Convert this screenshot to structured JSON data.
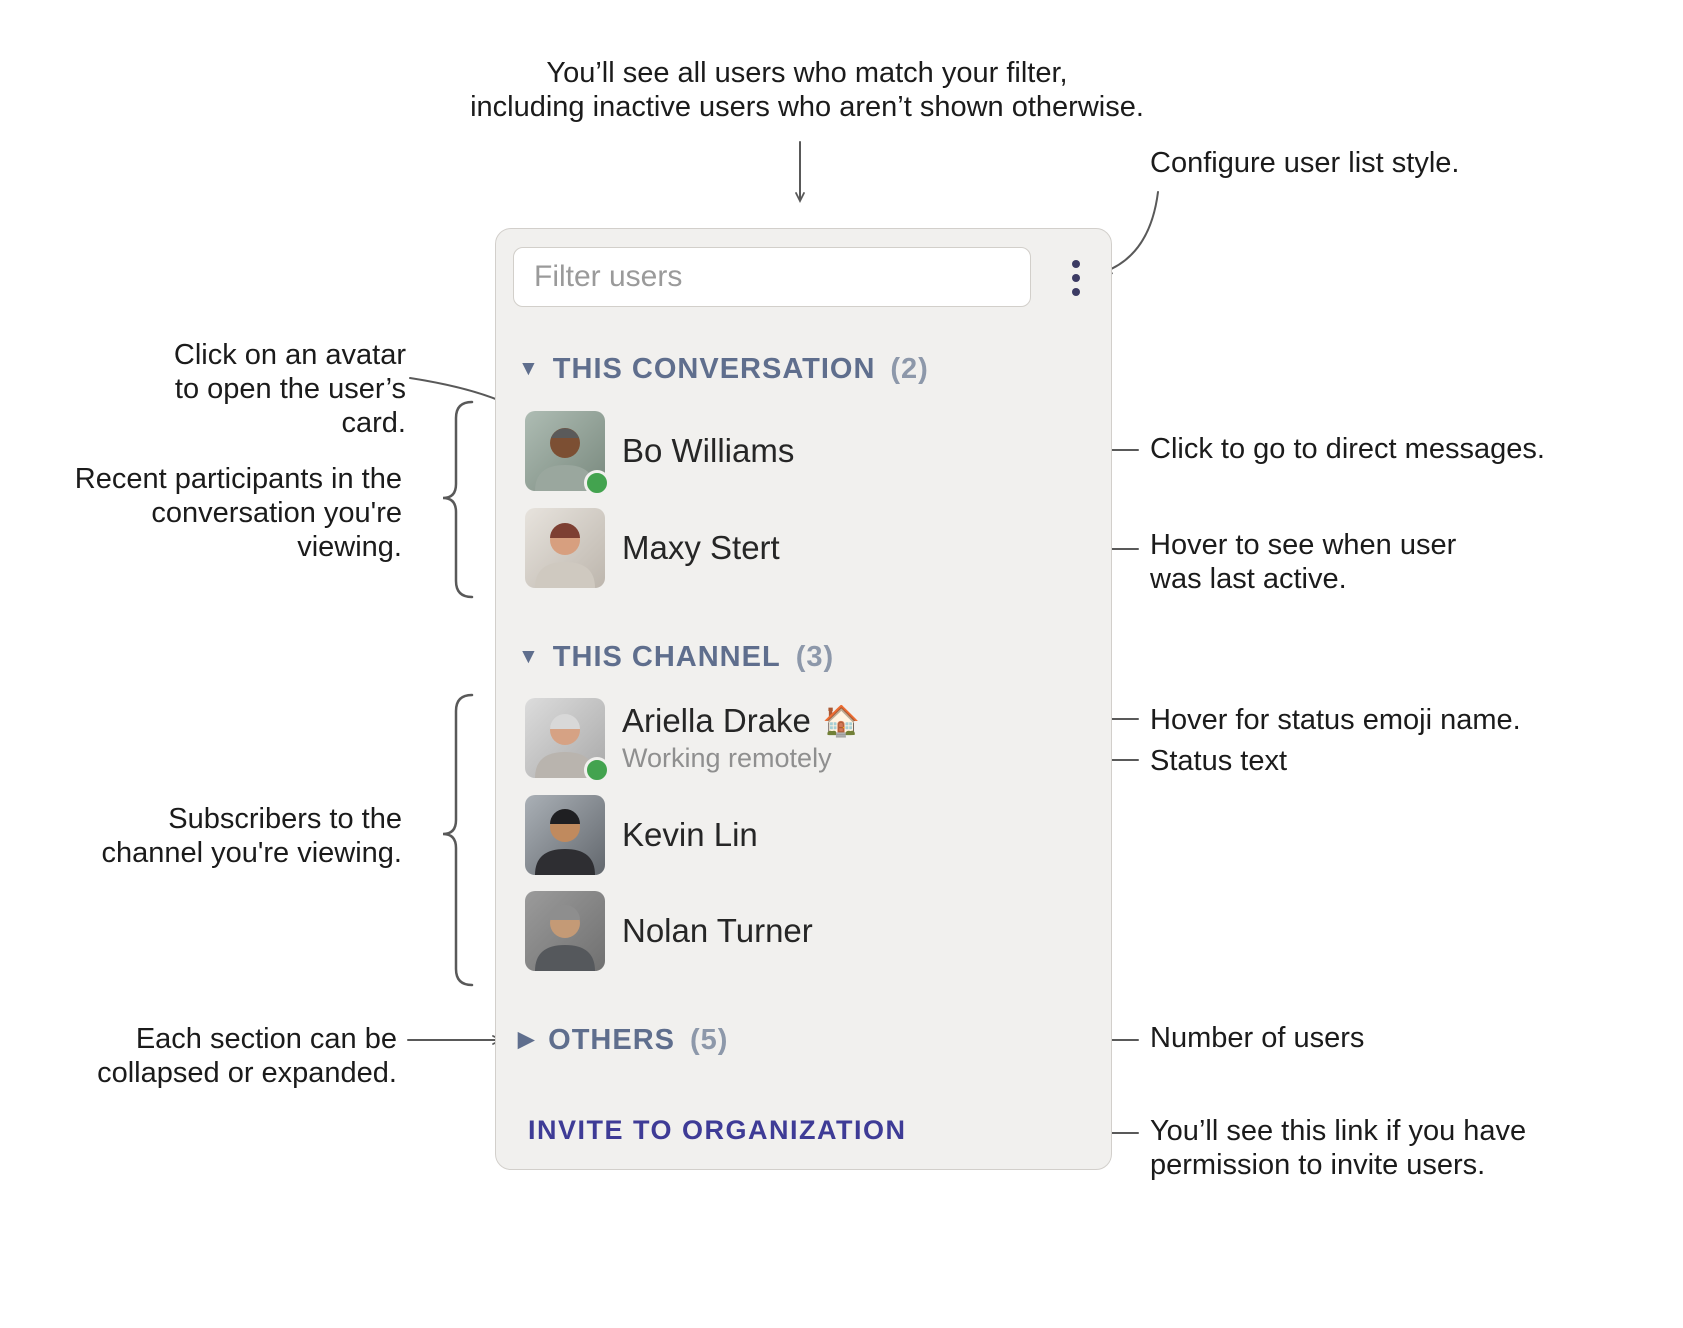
{
  "annotations": {
    "filter_note": "You’ll see all users who match your filter,\nincluding inactive users who aren’t shown otherwise.",
    "configure": "Configure user list style.",
    "avatar_card": "Click on an avatar\nto open the user’s card.",
    "participants": "Recent participants in the\nconversation you're viewing.",
    "direct_messages": "Click to go to direct messages.",
    "last_active": "Hover to see when user\nwas last active.",
    "status_emoji_note": "Hover for status emoji name.",
    "status_text_note": "Status text",
    "subscribers": "Subscribers to the\nchannel you're viewing.",
    "collapse": "Each section can be\ncollapsed or expanded.",
    "num_users": "Number of users",
    "invite_permission": "You’ll see this link if you have\npermission to invite users."
  },
  "panel": {
    "filter_placeholder": "Filter users",
    "sections": {
      "conversation": {
        "label": "THIS CONVERSATION",
        "count": "(2)",
        "collapse_icon": "▼"
      },
      "channel": {
        "label": "THIS CHANNEL",
        "count": "(3)",
        "collapse_icon": "▼"
      },
      "others": {
        "label": "OTHERS",
        "count": "(5)",
        "collapse_icon": "▶"
      }
    },
    "users": {
      "bo": {
        "name": "Bo Williams",
        "online": true
      },
      "maxy": {
        "name": "Maxy Stert"
      },
      "ariella": {
        "name": "Ariella Drake",
        "status_emoji": "🏠",
        "status_text": "Working remotely",
        "online": true
      },
      "kevin": {
        "name": "Kevin Lin"
      },
      "nolan": {
        "name": "Nolan Turner"
      }
    },
    "invite_label": "INVITE TO ORGANIZATION"
  },
  "colors": {
    "section_header": "#5f6e8d",
    "invite_link": "#3e3b96",
    "presence_online": "#43a34f",
    "annotation_line": "#595959",
    "panel_background": "#f1f0ee"
  }
}
